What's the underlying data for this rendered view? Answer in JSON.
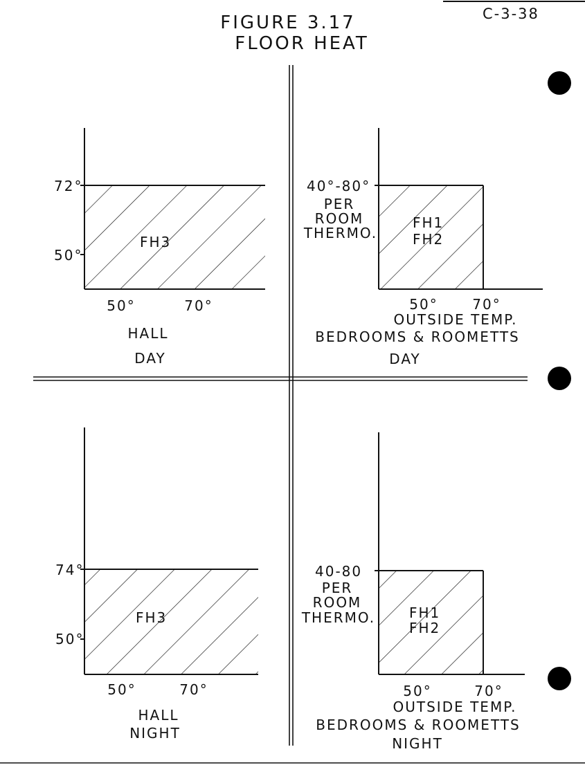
{
  "header": {
    "figure_number": "FIGURE 3.17",
    "figure_title": "FLOOR HEAT",
    "page_code": "C-3-38"
  },
  "panels": {
    "hall_day": {
      "y_labels": [
        "72°",
        "50°"
      ],
      "x_labels": [
        "50°",
        "70°"
      ],
      "region_label": "FH3",
      "caption_1": "HALL",
      "caption_2": "DAY"
    },
    "bedrooms_day": {
      "y_label_range": "40°-80°",
      "y_label_lines": [
        "PER",
        "ROOM",
        "THERMO."
      ],
      "region_lines": [
        "FH1",
        "FH2"
      ],
      "x_labels": [
        "50°",
        "70°"
      ],
      "x_title": "OUTSIDE TEMP.",
      "caption_1": "BEDROOMS & ROOMETTS",
      "caption_2": "DAY"
    },
    "hall_night": {
      "y_labels": [
        "74°",
        "50°"
      ],
      "x_labels": [
        "50°",
        "70°"
      ],
      "region_label": "FH3",
      "caption_1": "HALL",
      "caption_2": "NIGHT"
    },
    "bedrooms_night": {
      "y_label_range": "40-80",
      "y_label_lines": [
        "PER",
        "ROOM",
        "THERMO."
      ],
      "region_lines": [
        "FH1",
        "FH2"
      ],
      "x_labels": [
        "50°",
        "70°"
      ],
      "x_title": "OUTSIDE TEMP.",
      "caption_1": "BEDROOMS & ROOMETTS",
      "caption_2": "NIGHT"
    }
  },
  "chart_data": [
    {
      "type": "area",
      "region": "FH3",
      "x_ticks": [
        50,
        70
      ],
      "y_ticks": [
        50,
        72
      ],
      "setpoint_line": 72,
      "hatched_up_to": 72
    },
    {
      "type": "area",
      "region": "FH1 / FH2",
      "x_ticks": [
        50,
        70
      ],
      "x_cutoff": 70,
      "setpoint_range": [
        40,
        80
      ],
      "xlabel": "OUTSIDE TEMP."
    },
    {
      "type": "area",
      "region": "FH3",
      "x_ticks": [
        50,
        70
      ],
      "y_ticks": [
        50,
        74
      ],
      "setpoint_line": 74,
      "hatched_up_to": 74
    },
    {
      "type": "area",
      "region": "FH1 / FH2",
      "x_ticks": [
        50,
        70
      ],
      "x_cutoff": 70,
      "setpoint_range": [
        40,
        80
      ],
      "xlabel": "OUTSIDE TEMP."
    }
  ],
  "colors": {
    "ink": "#111111",
    "paper": "#ffffff"
  }
}
